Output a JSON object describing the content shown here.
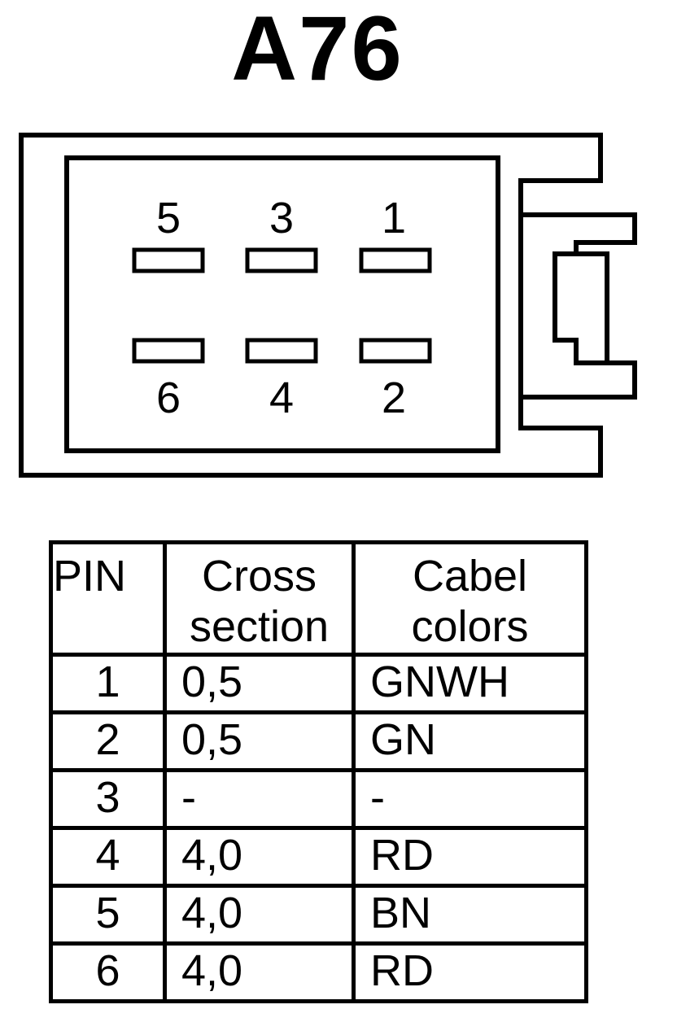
{
  "title": "A76",
  "connector": {
    "top_row_pins": [
      "5",
      "3",
      "1"
    ],
    "bottom_row_pins": [
      "6",
      "4",
      "2"
    ]
  },
  "table": {
    "headers": {
      "pin": "PIN",
      "cross_line1": "Cross",
      "cross_line2": "section",
      "color_line1": "Cabel",
      "color_line2": "colors"
    },
    "rows": [
      {
        "pin": "1",
        "cross_section": "0,5",
        "cable_color": "GNWH"
      },
      {
        "pin": "2",
        "cross_section": "0,5",
        "cable_color": "GN"
      },
      {
        "pin": "3",
        "cross_section": "-",
        "cable_color": "-"
      },
      {
        "pin": "4",
        "cross_section": "4,0",
        "cable_color": "RD"
      },
      {
        "pin": "5",
        "cross_section": "4,0",
        "cable_color": "BN"
      },
      {
        "pin": "6",
        "cross_section": "4,0",
        "cable_color": "RD"
      }
    ]
  }
}
